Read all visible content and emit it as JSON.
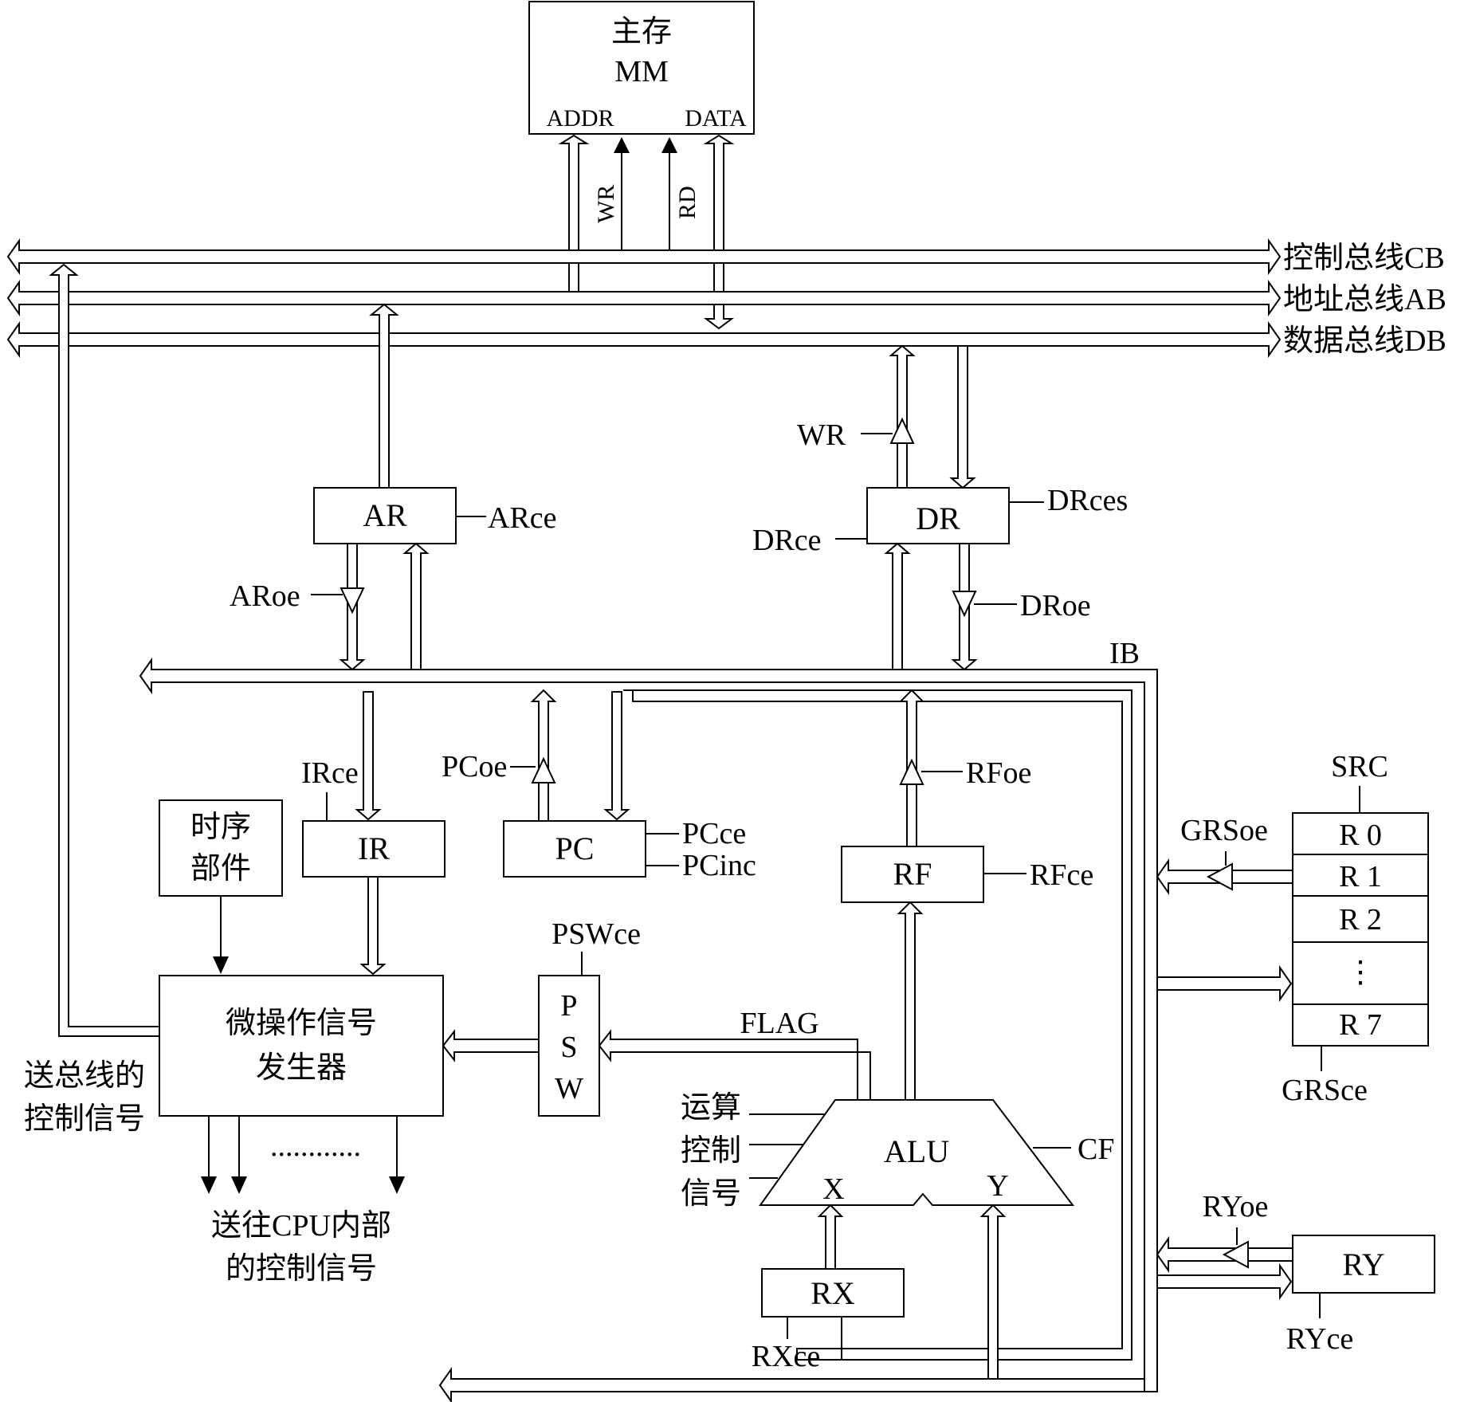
{
  "memory": {
    "title": "主存",
    "subtitle": "MM",
    "addr": "ADDR",
    "data": "DATA",
    "wr": "WR",
    "rd": "RD"
  },
  "buses": {
    "cb": "控制总线CB",
    "ab": "地址总线AB",
    "db": "数据总线DB",
    "ib": "IB"
  },
  "blocks": {
    "ar": "AR",
    "dr": "DR",
    "ir": "IR",
    "pc": "PC",
    "rf": "RF",
    "rx": "RX",
    "ry": "RY",
    "alu": "ALU",
    "psw": [
      "P",
      "S",
      "W"
    ],
    "timing": [
      "时序",
      "部件"
    ],
    "micro": [
      "微操作信号",
      "发生器"
    ],
    "src_title": "SRC",
    "registers": [
      "R 0",
      "R 1",
      "R 2",
      "⋮",
      "R 7"
    ]
  },
  "signals": {
    "arce": "ARce",
    "aroe": "ARoe",
    "dr_wr": "WR",
    "drce": "DRce",
    "drces": "DRces",
    "droe": "DRoe",
    "irce": "IRce",
    "pcoe": "PCoe",
    "pcce": "PCce",
    "pcinc": "PCinc",
    "rfoe": "RFoe",
    "rfce": "RFce",
    "pswce": "PSWce",
    "flag": "FLAG",
    "cf": "CF",
    "alu_x": "X",
    "alu_y": "Y",
    "rxce": "RXce",
    "ryoe": "RYoe",
    "ryce": "RYce",
    "grsoe": "GRSoe",
    "grsce": "GRSce"
  },
  "captions": {
    "bus_ctrl": [
      "送总线的",
      "控制信号"
    ],
    "cpu_ctrl": [
      "送往CPU内部",
      "的控制信号"
    ],
    "alu_ctrl": [
      "运算",
      "控制",
      "信号"
    ],
    "dots": "............"
  }
}
